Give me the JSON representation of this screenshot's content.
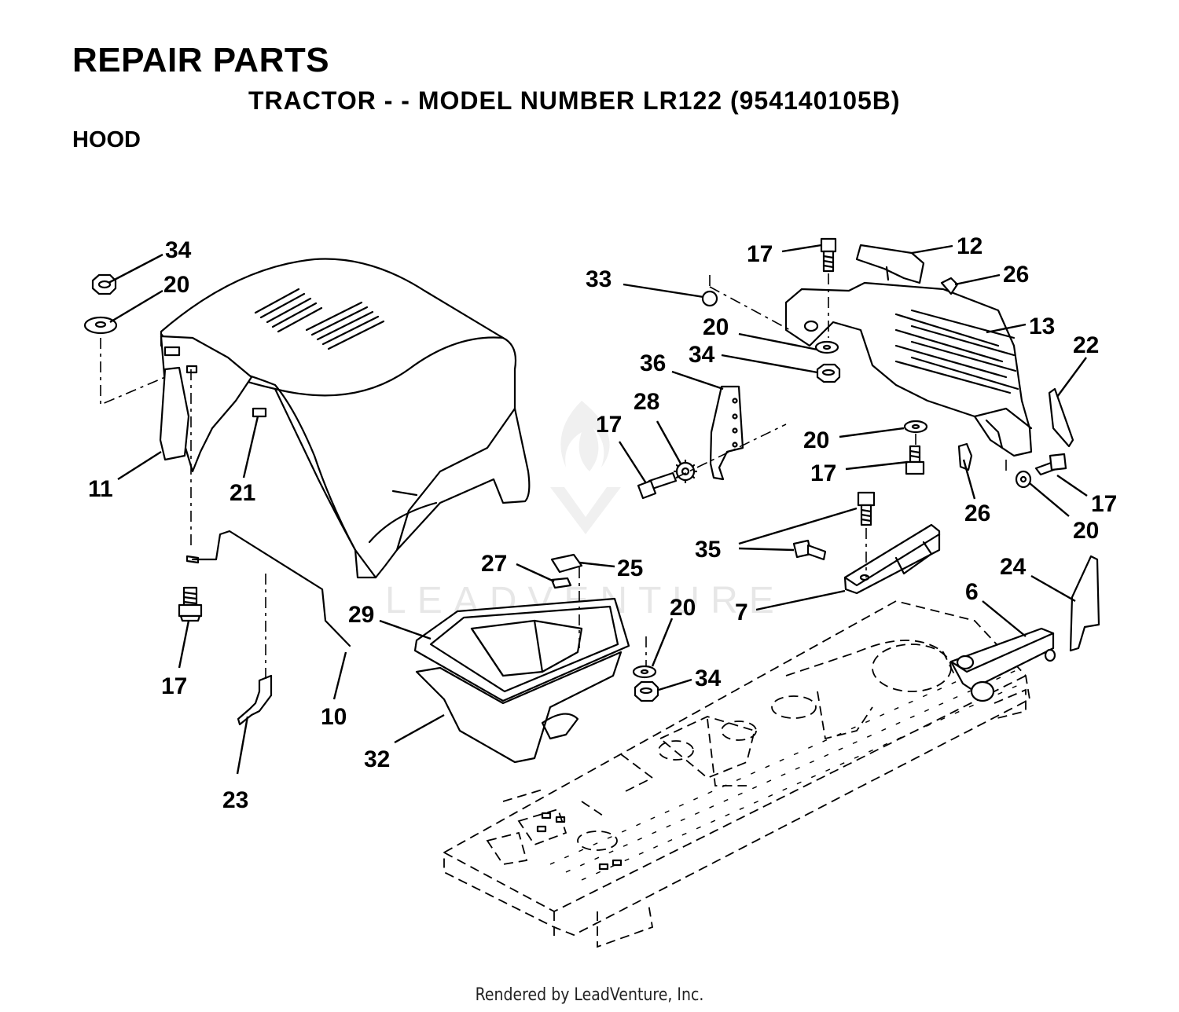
{
  "header": {
    "title": "REPAIR PARTS",
    "subtitle": "TRACTOR - - MODEL NUMBER LR122 (954140105B)",
    "section": "HOOD"
  },
  "footer": {
    "text": "Rendered by LeadVenture, Inc."
  },
  "watermark": {
    "text": "LEADVENTURE"
  },
  "callouts": [
    "34",
    "20",
    "11",
    "21",
    "17",
    "10",
    "23",
    "29",
    "27",
    "25",
    "32",
    "20",
    "34",
    "17",
    "12",
    "26",
    "33",
    "13",
    "20",
    "34",
    "36",
    "28",
    "17",
    "22",
    "20",
    "17",
    "26",
    "17",
    "20",
    "35",
    "7",
    "6",
    "24"
  ]
}
